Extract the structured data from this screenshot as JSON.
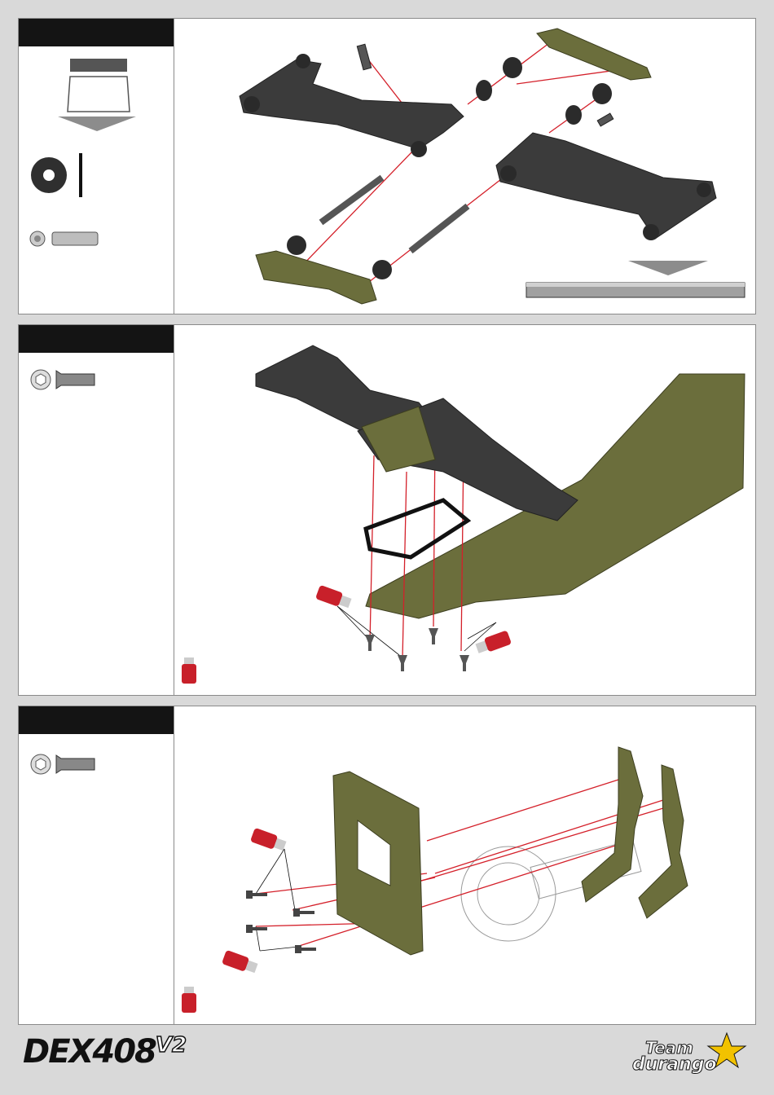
{
  "steps": [
    {
      "id": 1,
      "heading": ""
    },
    {
      "id": 2,
      "heading": ""
    },
    {
      "id": 3,
      "heading": ""
    }
  ],
  "footer": {
    "model_name": "DEX408",
    "model_version": "V2",
    "brand_line1": "Team",
    "brand_line2": "durango"
  },
  "colors": {
    "olive": "#6b6e3c",
    "dark_part": "#3a3a3a",
    "guide_line": "#d4202a",
    "thread_lock": "#c8202a",
    "header_bg": "#141414"
  },
  "icons": [
    "shim-washer-icon",
    "shim-side-icon",
    "set-screw-icon",
    "pin-icon",
    "hex-screw-icon",
    "thread-lock-icon",
    "arrow-down-icon"
  ]
}
